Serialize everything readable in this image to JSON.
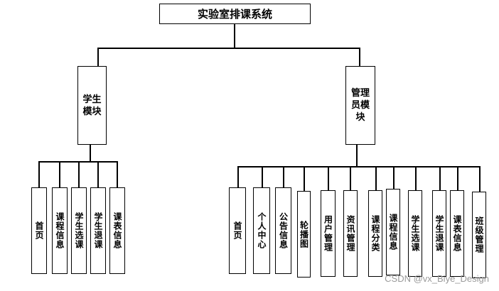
{
  "root": {
    "label": "实验室排课系统"
  },
  "student_module": {
    "label": "学生模块",
    "children": [
      "首页",
      "课程信息",
      "学生选课",
      "学生退课",
      "课表信息"
    ]
  },
  "admin_module": {
    "label": "管理员模块",
    "children": [
      "首页",
      "个人中心",
      "公告信息",
      "轮播图",
      "用户管理",
      "资讯管理",
      "课程分类",
      "课程信息",
      "学生选课",
      "学生退课",
      "课表信息",
      "班级管理"
    ]
  },
  "watermark": "CSDN @vx_Biye_Design"
}
